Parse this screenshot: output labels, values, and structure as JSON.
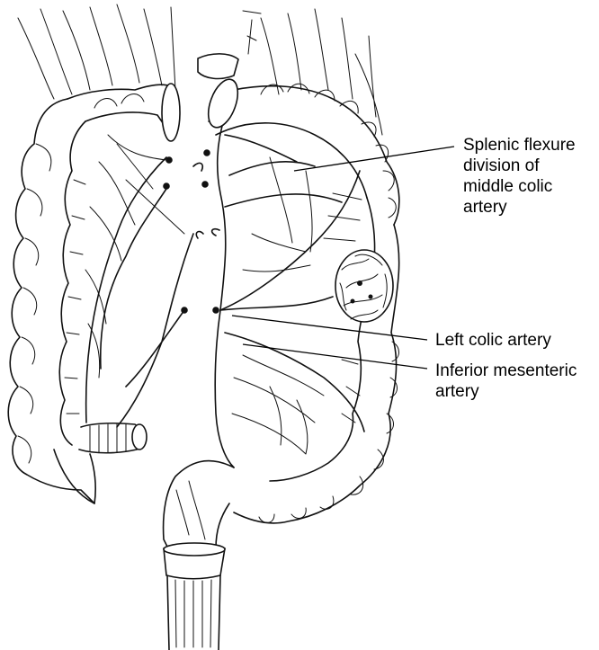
{
  "labels": {
    "splenic_flexure": "Splenic flexure\ndivision of\nmiddle colic\nartery",
    "left_colic": "Left colic artery",
    "inferior_mesenteric": "Inferior mesenteric\nartery"
  },
  "colors": {
    "ink": "#111111",
    "background": "#ffffff"
  }
}
